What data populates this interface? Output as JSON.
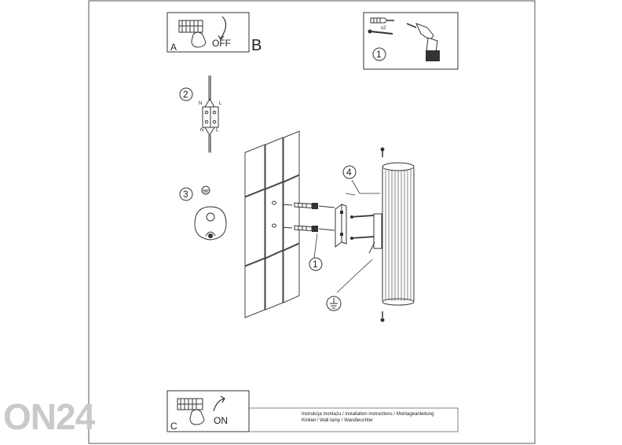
{
  "panels": {
    "a": {
      "letter": "A",
      "state": "OFF"
    },
    "c": {
      "letter": "C",
      "state": "ON"
    }
  },
  "section_letter": "B",
  "step_numbers": {
    "s1_top": "1",
    "s2": "2",
    "s3": "3",
    "s4": "4",
    "s1_wall": "1"
  },
  "markings": {
    "x2": "x2",
    "n_top": "N",
    "l_top": "L",
    "n_bottom": "N",
    "l_bottom": "L"
  },
  "footer": {
    "line1": "Instrukcja montażu / installation instructions / Montageanleitung",
    "line2": "Kinkiet / Wall lamp / Wandleuchter"
  },
  "watermark": "ON24",
  "colors": {
    "line": "#333333",
    "frame": "#555555",
    "watermark": "#c9c9c9"
  }
}
